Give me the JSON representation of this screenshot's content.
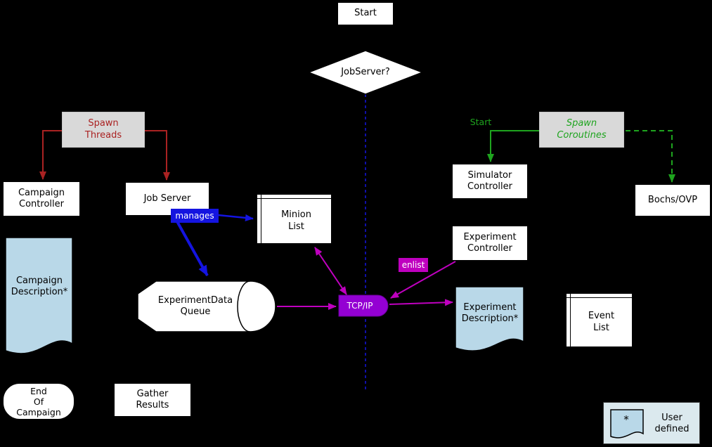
{
  "diagram": {
    "nodes": {
      "start_top": "Start",
      "jobserver_decision": "JobServer?",
      "spawn_threads": "Spawn\nThreads",
      "campaign_controller": "Campaign\nController",
      "job_server": "Job Server",
      "minion_list": "Minion\nList",
      "campaign_description": "Campaign\nDescription*",
      "experimentdata_queue": "ExperimentData\nQueue",
      "tcp_ip": "TCP/IP",
      "simulator_controller": "Simulator\nController",
      "experiment_controller": "Experiment\nController",
      "spawn_coroutines": "Spawn\nCoroutines",
      "start_coroutine": "Start",
      "bochs_ovp": "Bochs/OVP",
      "experiment_description": "Experiment\nDescription*",
      "event_list": "Event\nList",
      "end_of_campaign": "End\nOf\nCampaign",
      "gather_results": "Gather\nResults"
    },
    "edge_labels": {
      "manages": "manages",
      "enlist": "enlist"
    },
    "legend": {
      "symbol": "*",
      "label": "User\ndefined"
    },
    "colors": {
      "background": "#000000",
      "thread_red": "#aa2222",
      "coroutine_green": "#1ea41e",
      "manage_blue": "#1414e0",
      "message_magenta": "#bf00bf",
      "tcp_purple": "#9400d3",
      "user_defined_fill": "#b9d8e8",
      "label_box_gray": "#d9d9d9",
      "legend_bg": "#dbe9ee"
    }
  }
}
